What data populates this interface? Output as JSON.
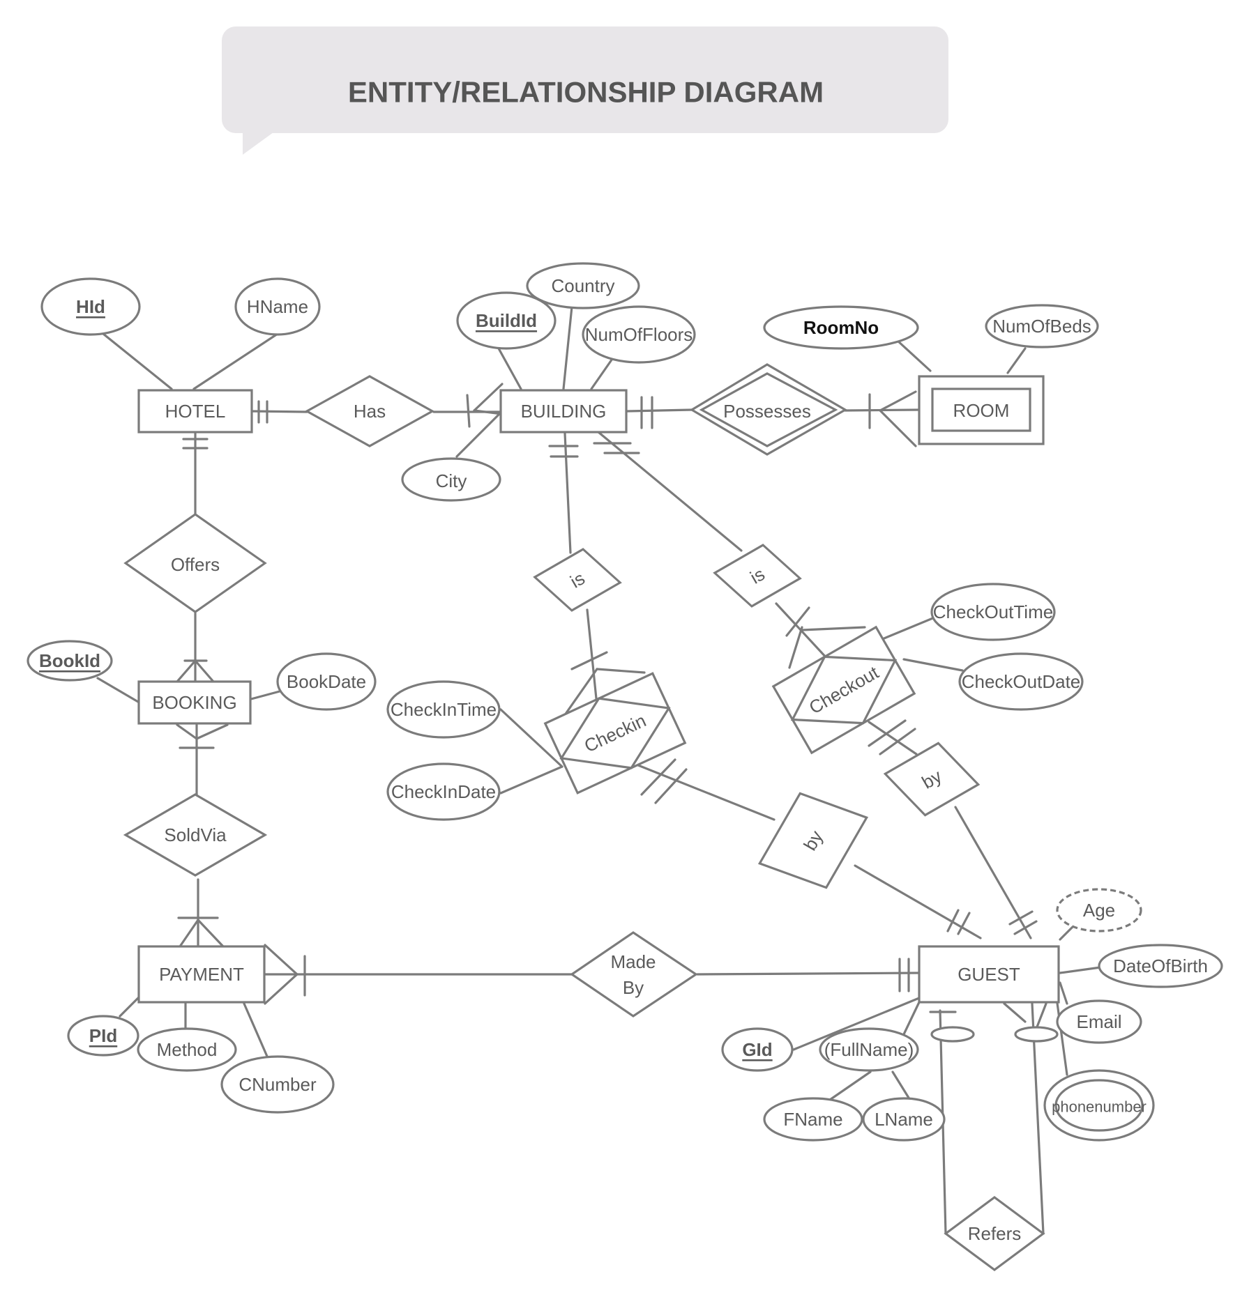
{
  "title": "ENTITY/RELATIONSHIP DIAGRAM",
  "entities": {
    "hotel": "HOTEL",
    "building": "BUILDING",
    "room": "ROOM",
    "booking": "BOOKING",
    "payment": "PAYMENT",
    "guest": "GUEST",
    "checkin": "Checkin",
    "checkout": "Checkout"
  },
  "relationships": {
    "has": "Has",
    "possesses": "Possesses",
    "offers": "Offers",
    "soldvia": "SoldVia",
    "madeby_1": "Made",
    "madeby_2": "By",
    "is_checkin": "is",
    "is_checkout": "is",
    "by_checkin": "by",
    "by_checkout": "by",
    "refers": "Refers"
  },
  "attributes": {
    "hid": "HId",
    "hname": "HName",
    "country": "Country",
    "buildid": "BuildId",
    "numoffloors": "NumOfFloors",
    "city": "City",
    "roomno": "RoomNo",
    "numofbeds": "NumOfBeds",
    "bookid": "BookId",
    "bookdate": "BookDate",
    "checkintime": "CheckInTime",
    "checkindate": "CheckInDate",
    "checkouttime": "CheckOutTime",
    "checkoutdate": "CheckOutDate",
    "pid": "PId",
    "method": "Method",
    "cnumber": "CNumber",
    "age": "Age",
    "dateofbirth": "DateOfBirth",
    "email": "Email",
    "gid": "GId",
    "fullname": "(FullName)",
    "fname": "FName",
    "lname": "LName",
    "phonenumber": "phonenumber"
  }
}
